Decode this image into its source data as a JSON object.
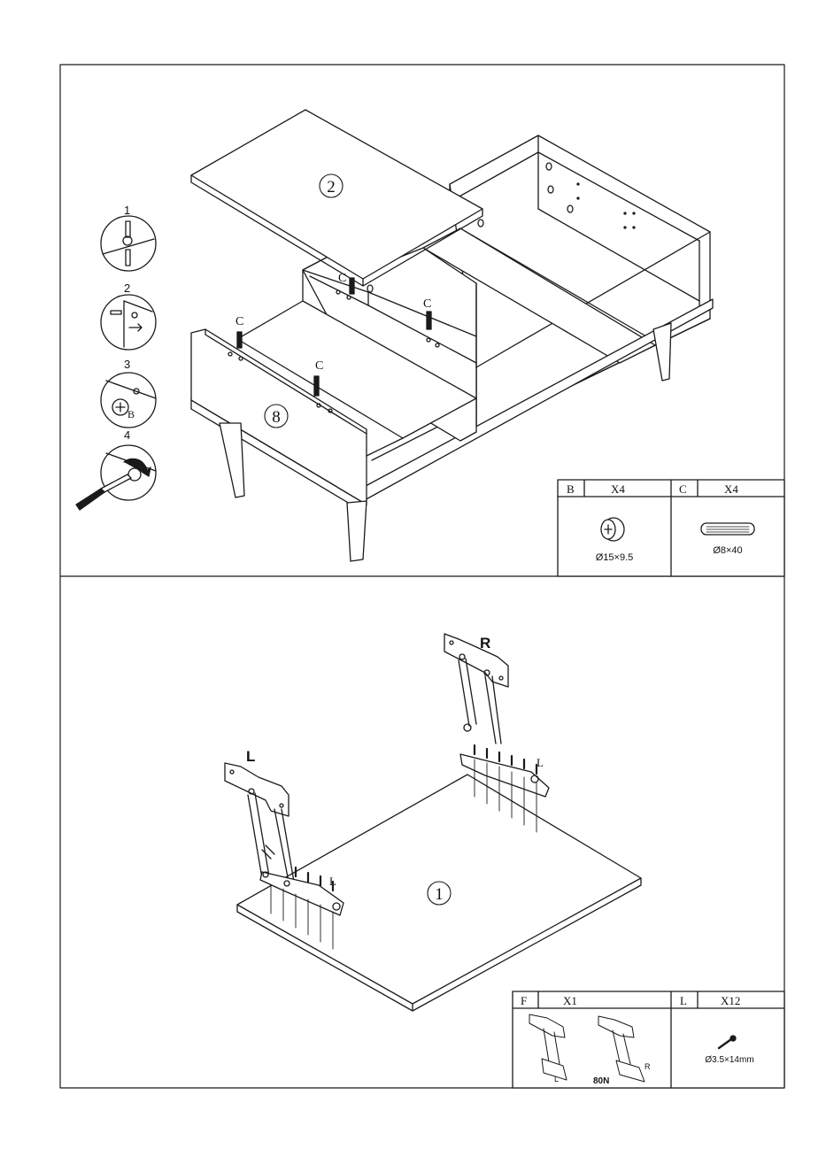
{
  "step1": {
    "part_top": "2",
    "part_drawer_front": "8",
    "dowel_label": "C",
    "cam_label": "B",
    "substeps": [
      "1",
      "2",
      "3",
      "4"
    ]
  },
  "step2": {
    "board": "1",
    "hinge_left": "L",
    "hinge_right": "R",
    "screw_label": "L"
  },
  "parts_table_1": {
    "cells": [
      {
        "code": "B",
        "qty": "X4",
        "size": "Ø15×9.5",
        "icon": "cam-lock-icon"
      },
      {
        "code": "C",
        "qty": "X4",
        "size": "Ø8×40",
        "icon": "wood-dowel-icon"
      }
    ]
  },
  "parts_table_2": {
    "cells": [
      {
        "code": "F",
        "qty": "X1",
        "size": "80N",
        "sub_left": "L",
        "sub_right": "R",
        "icon": "lift-hinge-icon"
      },
      {
        "code": "L",
        "qty": "X12",
        "size": "Ø3.5×14mm",
        "icon": "screw-icon"
      }
    ]
  },
  "colors": {
    "line": "#1a1a1a",
    "background": "#ffffff"
  }
}
